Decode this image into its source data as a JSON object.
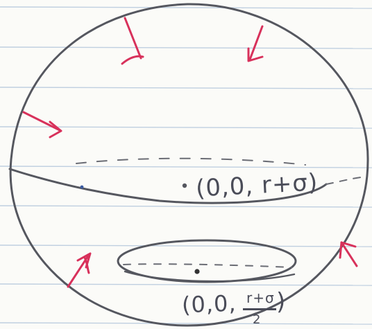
{
  "labels": {
    "top_point": "(0,0, r+σ)",
    "bottom_point_prefix": "(0,0,",
    "bottom_point_numerator": "r+σ",
    "bottom_point_denominator": "2",
    "bottom_point_suffix": ")"
  },
  "colors": {
    "paper": "#fbfbf8",
    "ruled_line": "#bfcfe0",
    "pencil": "#55575f",
    "arrow": "#d8315b"
  },
  "icons": {
    "arrows": "arrow-icon",
    "center_dot": "dot-icon"
  }
}
